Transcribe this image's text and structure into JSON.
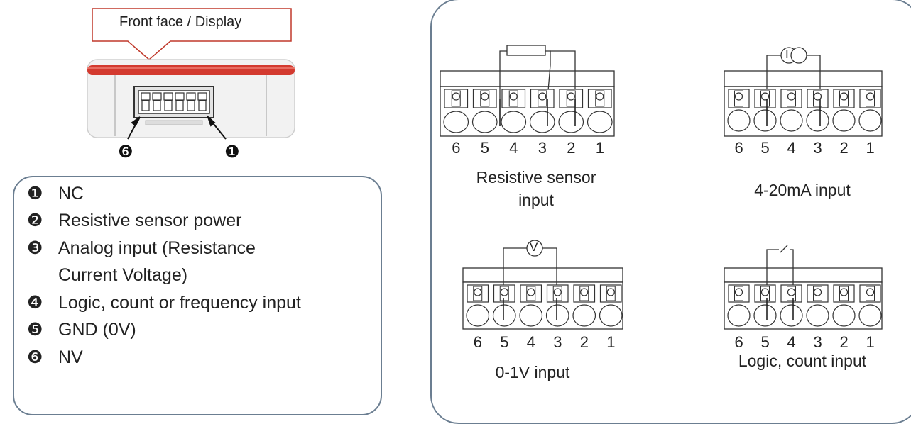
{
  "device": {
    "callout_label": "Front face / Display",
    "marker_left": "❻",
    "marker_right": "❶"
  },
  "legend": {
    "items": [
      {
        "num": "❶",
        "text": "NC"
      },
      {
        "num": "❷",
        "text": "Resistive sensor power"
      },
      {
        "num": "❸",
        "text": "Analog input (Resistance"
      },
      {
        "num": "",
        "text": "Current Voltage)"
      },
      {
        "num": "❹",
        "text": "Logic, count or frequency input"
      },
      {
        "num": "❺",
        "text": "GND (0V)"
      },
      {
        "num": "❻",
        "text": "NV"
      }
    ]
  },
  "diagrams": {
    "pin_labels": [
      "6",
      "5",
      "4",
      "3",
      "2",
      "1"
    ],
    "resistive": {
      "caption_line1": "Resistive sensor",
      "caption_line2": "input"
    },
    "current": {
      "caption": "4-20mA input",
      "symbol": "I"
    },
    "voltage": {
      "caption": "0-1V input",
      "symbol": "V"
    },
    "logic": {
      "caption": "Logic, count input"
    }
  },
  "colors": {
    "border": "#6b7e91",
    "accent_red": "#d33a2f",
    "callout_border": "#c0392b"
  }
}
